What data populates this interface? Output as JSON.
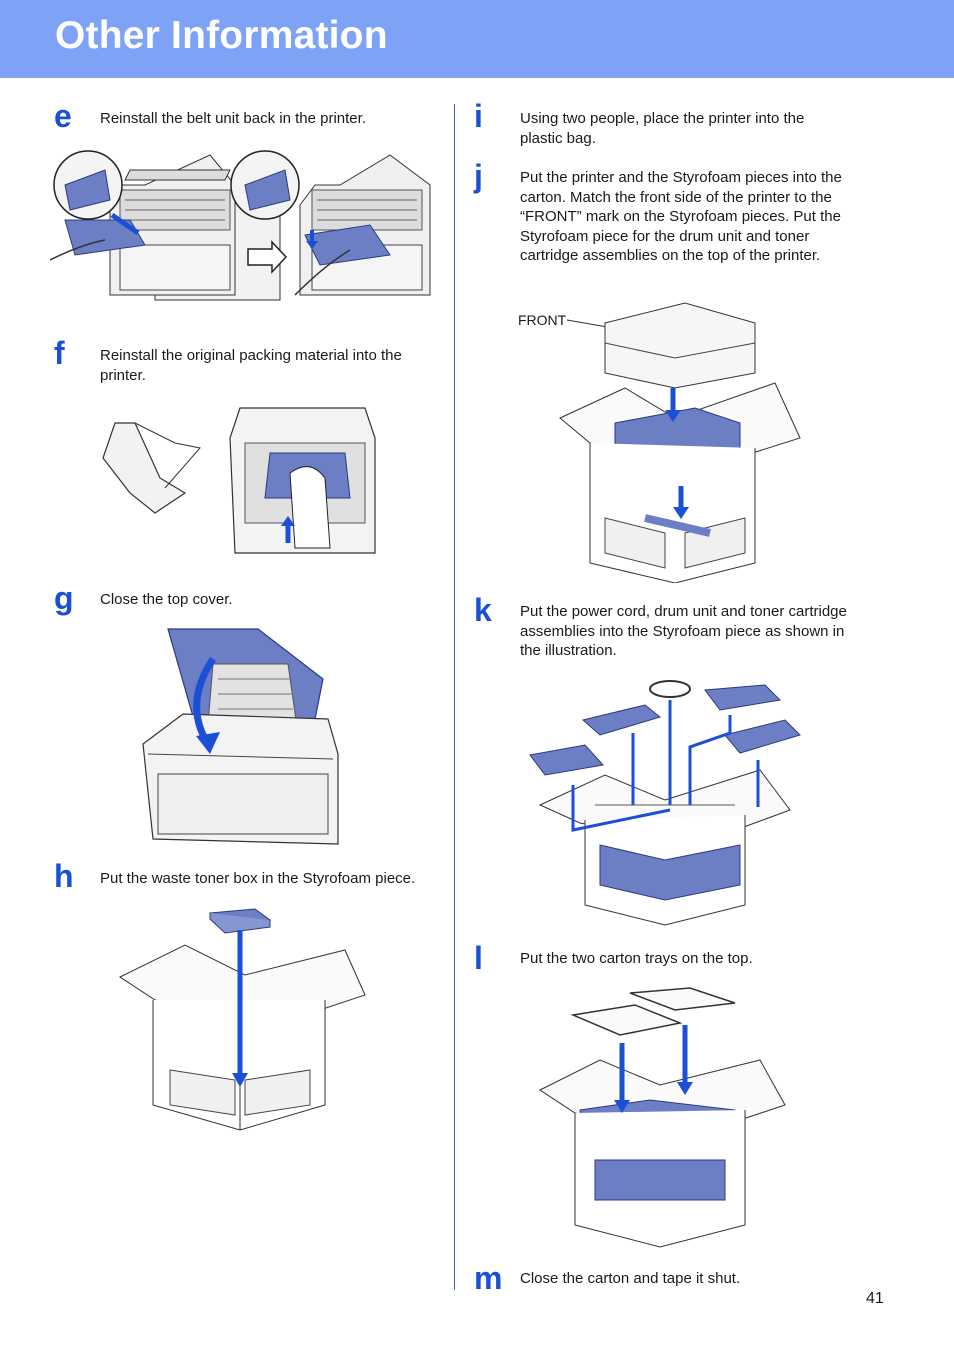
{
  "header": {
    "title": "Other Information"
  },
  "steps": [
    {
      "letter": "e",
      "text": "Reinstall the belt unit back in the printer."
    },
    {
      "letter": "f",
      "text": "Reinstall the original packing material into the printer."
    },
    {
      "letter": "g",
      "text": "Close the top cover."
    },
    {
      "letter": "h",
      "text": "Put the waste toner box in the Styrofoam piece."
    },
    {
      "letter": "i",
      "text": "Using two people, place the printer into the plastic bag."
    },
    {
      "letter": "j",
      "text": "Put the printer and the Styrofoam pieces into the carton. Match the front side of the printer to the “FRONT” mark on the Styrofoam pieces. Put the Styrofoam piece for the drum unit and toner cartridge assemblies on the top of the printer."
    },
    {
      "letter": "k",
      "text": "Put the power cord, drum unit and toner cartridge assemblies into the Styrofoam piece as shown in the illustration."
    },
    {
      "letter": "l",
      "text": "Put the two carton trays on the top."
    },
    {
      "letter": "m",
      "text": "Close the carton and tape it shut."
    }
  ],
  "figure_labels": {
    "front": "FRONT"
  },
  "page_number": "41",
  "colors": {
    "header_bg": "#7ea2f6",
    "accent_blue": "#1a4fd6",
    "part_blue": "#6d7fc4"
  }
}
